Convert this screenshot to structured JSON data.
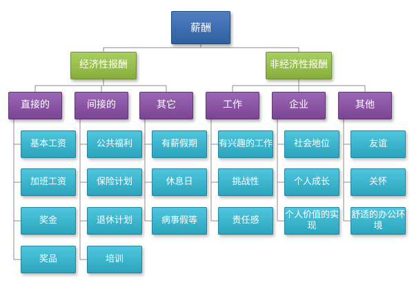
{
  "root": {
    "label": "薪酬"
  },
  "level1": [
    {
      "label": "经济性报酬"
    },
    {
      "label": "非经济性报酬"
    }
  ],
  "level2": [
    {
      "label": "直接的",
      "children": [
        "基本工资",
        "加班工资",
        "奖金",
        "奖品"
      ]
    },
    {
      "label": "间接的",
      "children": [
        "公共福利",
        "保险计划",
        "退休计划",
        "培训"
      ]
    },
    {
      "label": "其它",
      "children": [
        "有薪假期",
        "休息日",
        "病事假等"
      ]
    },
    {
      "label": "工作",
      "children": [
        "有兴趣的工作",
        "挑战性",
        "责任感"
      ]
    },
    {
      "label": "企业",
      "children": [
        "社会地位",
        "个人成长",
        "个人价值的实现"
      ]
    },
    {
      "label": "其他",
      "children": [
        "友谊",
        "关怀",
        "舒适的办公环境"
      ]
    }
  ],
  "colors": {
    "root": "#3a6aad",
    "level1": "#97bf4e",
    "level2": "#8a55a5",
    "leaf": "#36b3cc",
    "connector": "#8a8a8a"
  }
}
